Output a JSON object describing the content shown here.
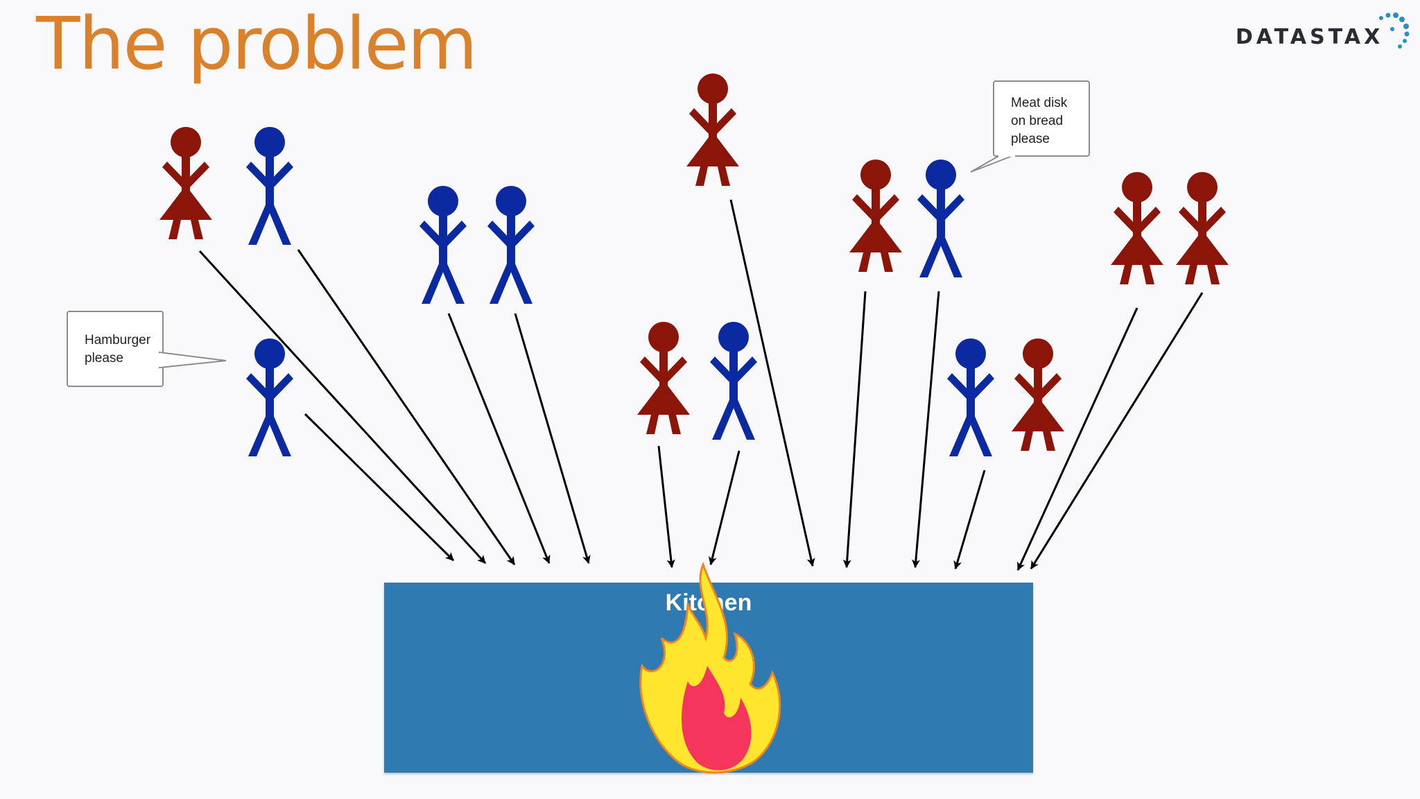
{
  "slide": {
    "title": "The problem",
    "title_color": "#d9822b"
  },
  "logo": {
    "text": "DATASTAX",
    "text_color": "#2b2b33",
    "dot_color": "#2a8fc4"
  },
  "speech_bubbles": [
    {
      "lines": [
        "Hamburger",
        "please"
      ]
    },
    {
      "lines": [
        "Meat disk",
        "on bread",
        "please"
      ]
    }
  ],
  "kitchen": {
    "label": "Kitchen",
    "color": "#2f7bb1"
  },
  "figure_colors": {
    "female": "#8b1508",
    "male": "#0b2aa1"
  },
  "arrow_color": "#000000",
  "fire_colors": {
    "outer": "#ffe62e",
    "outline": "#f0841f",
    "inner": "#f5365c"
  }
}
